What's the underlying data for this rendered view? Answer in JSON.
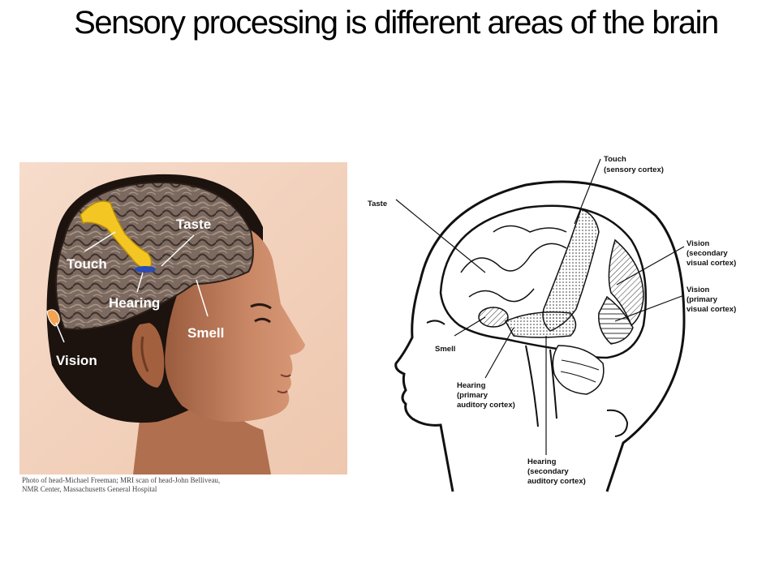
{
  "slide": {
    "title": "Sensory processing is different areas of the brain"
  },
  "photo": {
    "labels": {
      "touch": "Touch",
      "taste": "Taste",
      "hearing": "Hearing",
      "smell": "Smell",
      "vision": "Vision"
    },
    "credit_line1": "Photo of head-Michael Freeman; MRI scan of head-John Belliveau,",
    "credit_line2": "NMR Center, Massachusetts General Hospital"
  },
  "diagram": {
    "labels": {
      "touch_1": "Touch",
      "touch_2": "(sensory cortex)",
      "taste": "Taste",
      "vision_secondary_1": "Vision",
      "vision_secondary_2": "(secondary",
      "vision_secondary_3": "visual cortex)",
      "vision_primary_1": "Vision",
      "vision_primary_2": "(primary",
      "vision_primary_3": "visual cortex)",
      "smell": "Smell",
      "hearing_primary_1": "Hearing",
      "hearing_primary_2": "(primary",
      "hearing_primary_3": "auditory cortex)",
      "hearing_secondary_1": "Hearing",
      "hearing_secondary_2": "(secondary",
      "hearing_secondary_3": "auditory cortex)"
    }
  }
}
